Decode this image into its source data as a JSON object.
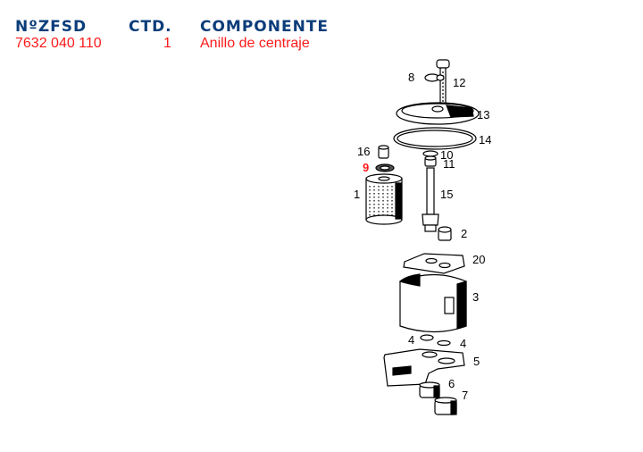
{
  "table": {
    "headers": {
      "part_number": "NºZFSD",
      "quantity": "CTD.",
      "component": "COMPONENTE"
    },
    "rows": [
      {
        "part_number": "7632 040 110",
        "quantity": "1",
        "component": "Anillo de centraje"
      }
    ]
  },
  "diagram": {
    "highlighted_callout": "9",
    "callouts": [
      {
        "id": "8",
        "label": "8"
      },
      {
        "id": "12",
        "label": "12"
      },
      {
        "id": "13",
        "label": "13"
      },
      {
        "id": "14",
        "label": "14"
      },
      {
        "id": "16",
        "label": "16"
      },
      {
        "id": "10",
        "label": "10"
      },
      {
        "id": "9",
        "label": "9"
      },
      {
        "id": "11",
        "label": "11"
      },
      {
        "id": "1",
        "label": "1"
      },
      {
        "id": "15",
        "label": "15"
      },
      {
        "id": "2",
        "label": "2"
      },
      {
        "id": "20",
        "label": "20"
      },
      {
        "id": "3",
        "label": "3"
      },
      {
        "id": "4a",
        "label": "4"
      },
      {
        "id": "4b",
        "label": "4"
      },
      {
        "id": "5",
        "label": "5"
      },
      {
        "id": "6",
        "label": "6"
      },
      {
        "id": "7",
        "label": "7"
      }
    ]
  },
  "colors": {
    "header": "#0b3d7a",
    "row_text": "#ff1a1a",
    "highlight": "#ff1a1a"
  }
}
